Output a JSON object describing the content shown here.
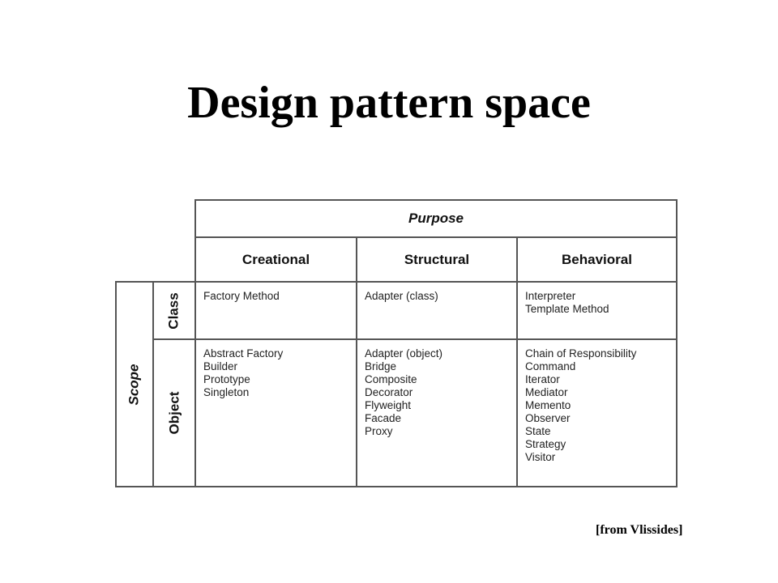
{
  "title": "Design pattern space",
  "table": {
    "purpose_label": "Purpose",
    "scope_label": "Scope",
    "columns": [
      "Creational",
      "Structural",
      "Behavioral"
    ],
    "rows": [
      {
        "label": "Class",
        "cells": [
          [
            "Factory Method"
          ],
          [
            "Adapter (class)"
          ],
          [
            "Interpreter",
            "Template Method"
          ]
        ]
      },
      {
        "label": "Object",
        "cells": [
          [
            "Abstract Factory",
            "Builder",
            "Prototype",
            "Singleton"
          ],
          [
            "Adapter (object)",
            "Bridge",
            "Composite",
            "Decorator",
            "Flyweight",
            "Facade",
            "Proxy"
          ],
          [
            "Chain of Responsibility",
            "Command",
            "Iterator",
            "Mediator",
            "Memento",
            "Observer",
            "State",
            "Strategy",
            "Visitor"
          ]
        ]
      }
    ]
  },
  "source_note": "[from Vlissides]"
}
